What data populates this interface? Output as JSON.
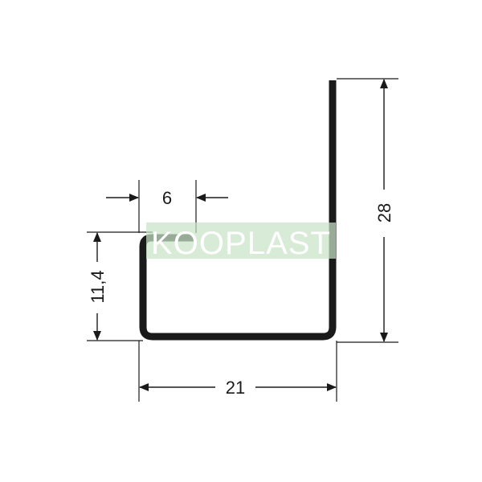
{
  "dimensions": {
    "top_gap": "6",
    "left_height": "11,4",
    "bottom_width": "21",
    "right_height": "28"
  },
  "watermark": {
    "text": "KOOPLAST"
  },
  "colors": {
    "profile_stroke": "#1a1a1a",
    "dimension_line": "#1a1a1a",
    "watermark_band": "#c9e3c6",
    "watermark_text": "#ffffff"
  }
}
